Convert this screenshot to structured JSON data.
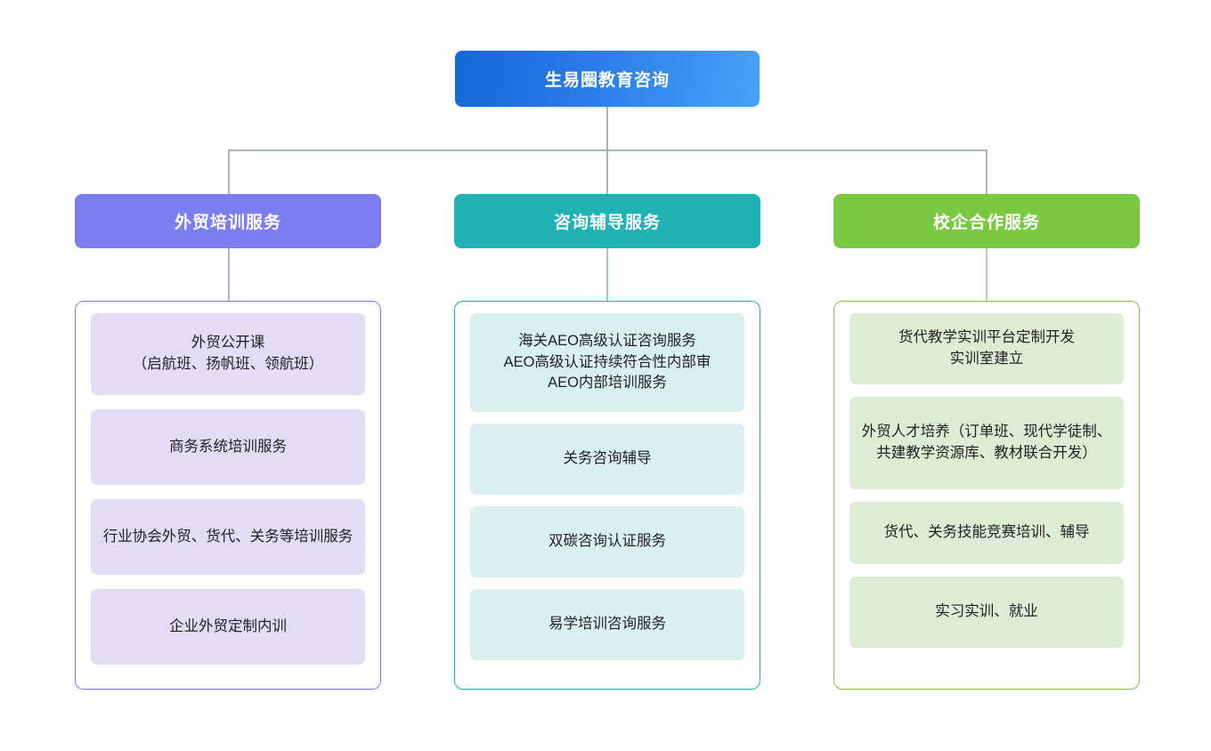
{
  "chart": {
    "type": "org-chart",
    "root": {
      "label": "生易圈教育咨询",
      "color": "#2b7ce8"
    },
    "branches": [
      {
        "id": "training",
        "header": "外贸培训服务",
        "header_color": "#7b7ef0",
        "item_color": "#e2ddf4",
        "items": [
          "外贸公开课\n（启航班、扬帆班、领航班）",
          "商务系统培训服务",
          "行业协会外贸、货代、关务等培训服务",
          "企业外贸定制内训"
        ]
      },
      {
        "id": "consulting",
        "header": "咨询辅导服务",
        "header_color": "#20b2b4",
        "item_color": "#d9f0ef",
        "items": [
          "海关AEO高级认证咨询服务\nAEO高级认证持续符合性内部审\nAEO内部培训服务",
          "关务咨询辅导",
          "双碳咨询认证服务",
          "易学培训咨询服务"
        ]
      },
      {
        "id": "cooperation",
        "header": "校企合作服务",
        "header_color": "#7ac943",
        "item_color": "#dcedd4",
        "items": [
          "货代教学实训平台定制开发\n实训室建立",
          "外贸人才培养（订单班、现代学徒制、共建教学资源库、教材联合开发）",
          "货代、关务技能竞赛培训、辅导",
          "实习实训、就业"
        ]
      }
    ],
    "connector_color": "#a9b5bd",
    "background": "#ffffff"
  }
}
